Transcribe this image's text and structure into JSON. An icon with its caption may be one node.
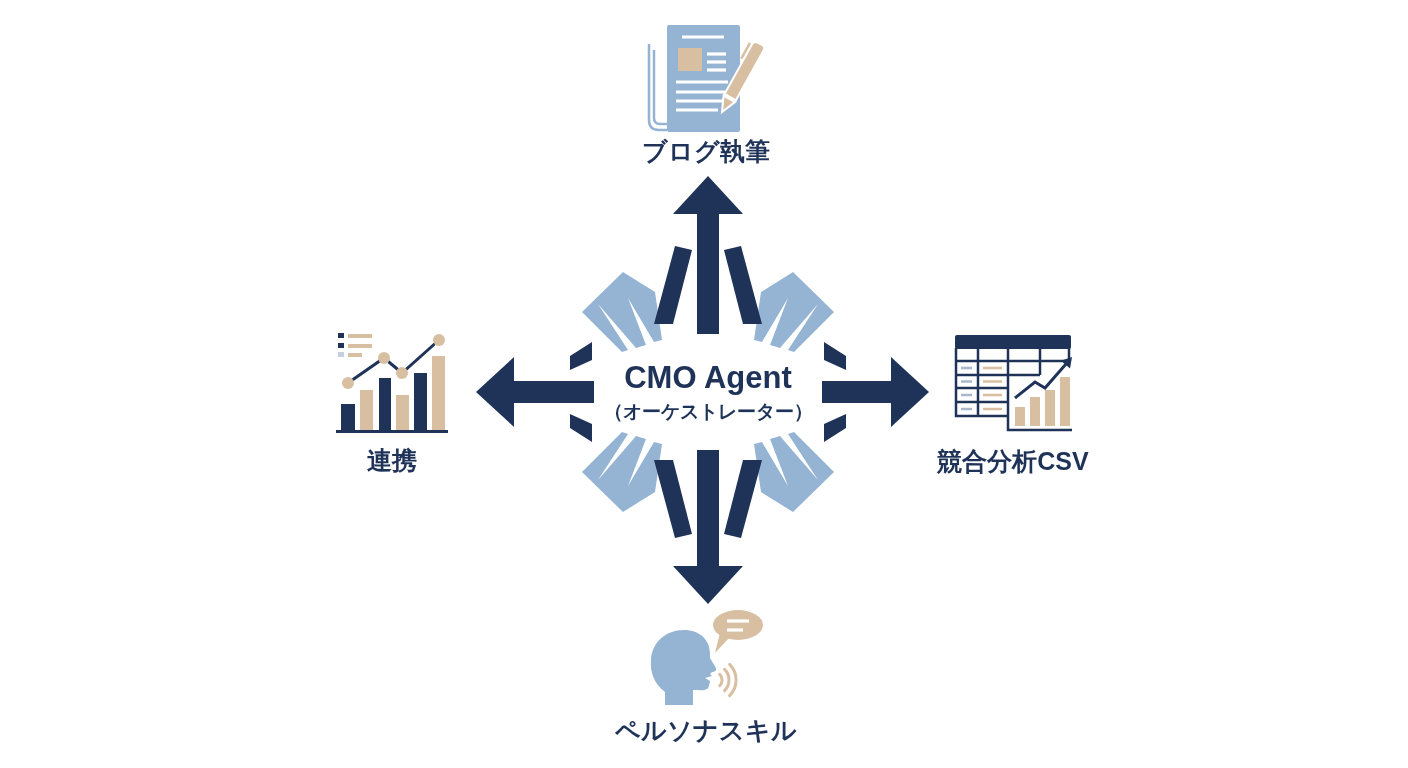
{
  "diagram": {
    "nodes": [
      {
        "text": [
          "ブログ執筆"
        ]
      },
      {
        "text": [
          "連携"
        ]
      },
      {
        "text": [
          "CMO Agent",
          "（オーケストレーター）"
        ]
      },
      {
        "text": [
          "競合分析CSV"
        ]
      },
      {
        "text": [
          "ペルソナスキル"
        ]
      }
    ],
    "edges": [
      {
        "from": 2,
        "to": 0,
        "arrow": "to"
      },
      {
        "from": 2,
        "to": 1,
        "arrow": "to"
      },
      {
        "from": 2,
        "to": 3,
        "arrow": "to"
      },
      {
        "from": 2,
        "to": 4,
        "arrow": "to"
      }
    ]
  }
}
